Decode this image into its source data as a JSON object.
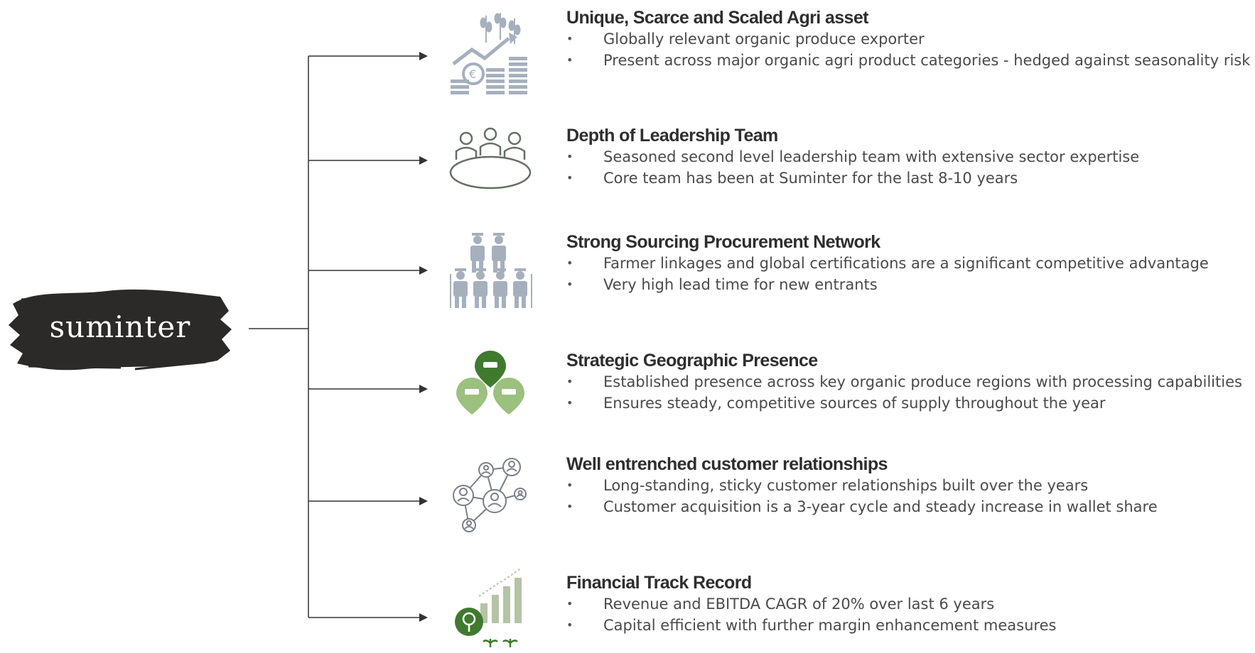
{
  "brand": {
    "name": "suminter"
  },
  "pillars": [
    {
      "title": "Unique, Scarce and Scaled Agri asset",
      "icon": "agri-growth-icon",
      "bullets": [
        "Globally relevant organic produce exporter",
        "Present across major organic agri product categories - hedged against seasonality risk"
      ]
    },
    {
      "title": "Depth of Leadership Team",
      "icon": "leadership-table-icon",
      "bullets": [
        "Seasoned second level leadership team with extensive sector expertise",
        "Core team has been at Suminter for the last 8-10 years"
      ]
    },
    {
      "title": "Strong Sourcing Procurement Network",
      "icon": "farmers-icon",
      "bullets": [
        "Farmer linkages and global certifications are a significant competitive advantage",
        "Very high lead time for new entrants"
      ]
    },
    {
      "title": "Strategic Geographic Presence",
      "icon": "location-pins-icon",
      "bullets": [
        "Established presence across key organic produce regions with processing capabilities",
        "Ensures steady, competitive sources of supply throughout the year"
      ]
    },
    {
      "title": "Well entrenched customer relationships",
      "icon": "customer-network-icon",
      "bullets": [
        "Long-standing, sticky customer relationships built over the years",
        "Customer acquisition is a 3-year cycle and steady increase in wallet share"
      ]
    },
    {
      "title": "Financial Track Record",
      "icon": "financial-growth-icon",
      "bullets": [
        "Revenue and EBITDA CAGR of 20% over last 6 years",
        "Capital efficient with further margin enhancement measures"
      ]
    }
  ],
  "colors": {
    "connector": "#333333",
    "brush": "#2b2a28",
    "icon_gray": "#a6b0bd",
    "icon_green_dark": "#3f7a2e",
    "icon_green_light": "#9cc07e",
    "icon_outline": "#666e66"
  }
}
